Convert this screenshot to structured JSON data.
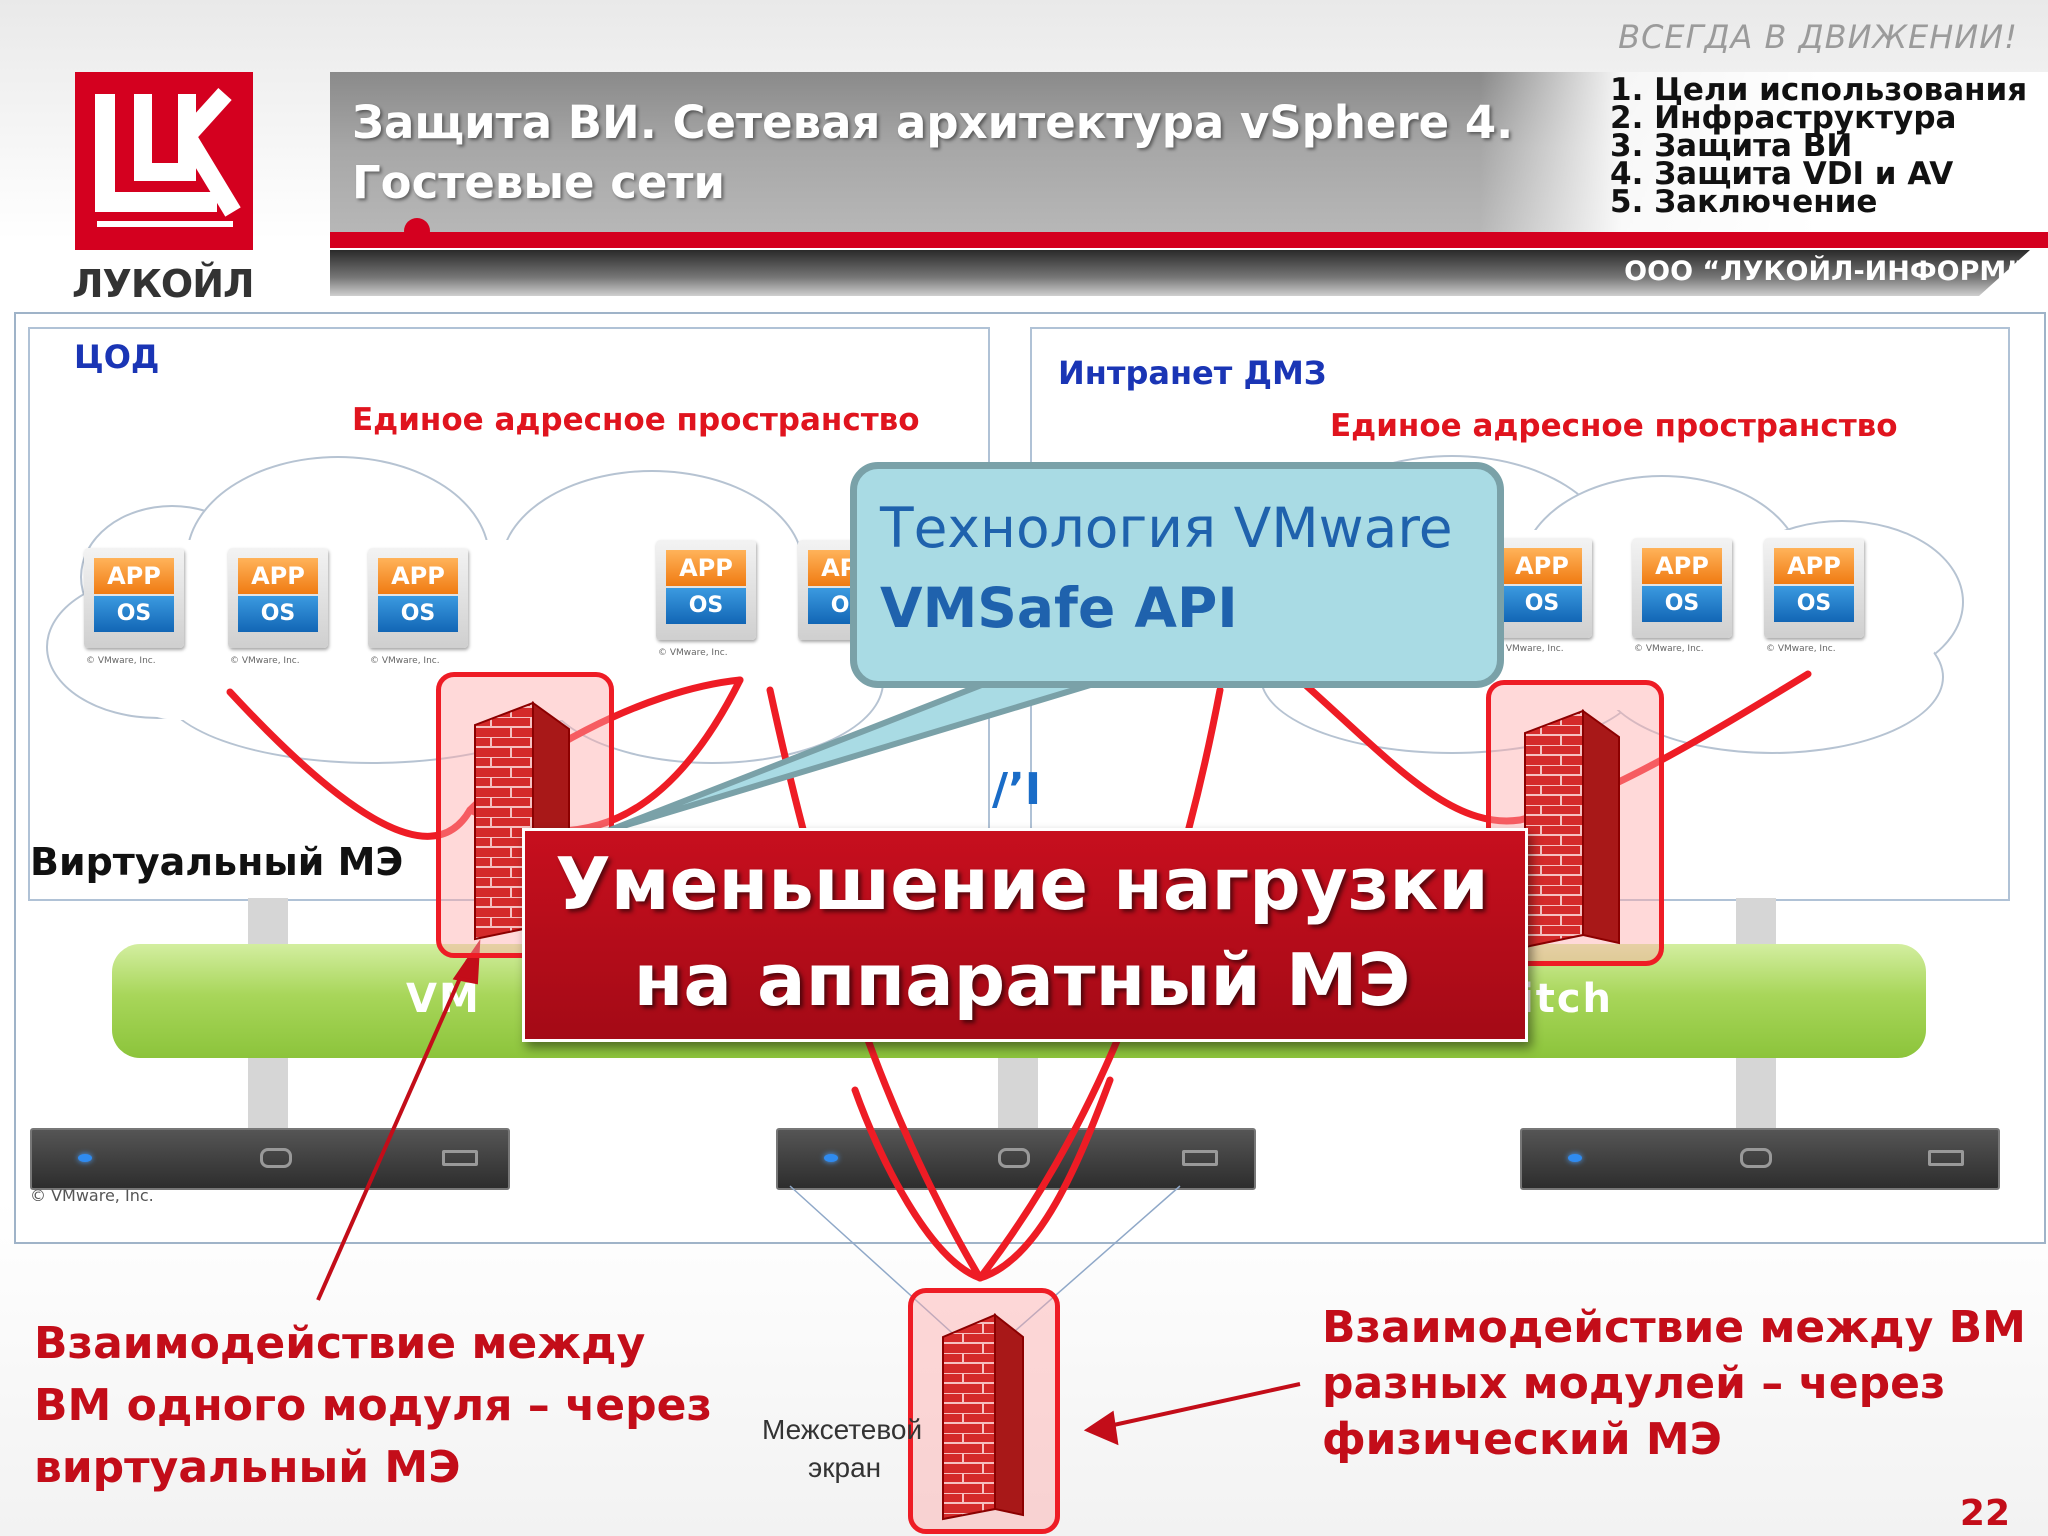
{
  "header": {
    "slogan": "ВСЕГДА В ДВИЖЕНИИ!",
    "title_line1": "Защита ВИ. Сетевая архитектура vSphere 4.",
    "title_line2": "Гостевые сети",
    "toc": [
      "1. Цели использования",
      "2. Инфраструктура",
      "3. Защита ВИ",
      "4. Защита VDI и AV",
      "5. Заключение"
    ],
    "company": "ООО “ЛУКОЙЛ-ИНФОРМ”"
  },
  "logo": {
    "name": "ЛУКОЙЛ",
    "brand_color": "#d4001f"
  },
  "diagram": {
    "left_panel_title": "ЦОД",
    "right_panel_title": "Интранет ДМЗ",
    "address_space_label": "Единое адресное пространство",
    "vm_app_label": "APP",
    "vm_os_label": "OS",
    "vm_credit": "© VMware, Inc.",
    "virtual_me_label": "Виртуальный МЭ",
    "switch_left_text": "VM",
    "switch_right_text": "itch",
    "switch_mid_text": "/ʼI",
    "credit": "© VMware, Inc.",
    "physical_fw_label_line1": "Межсетевой",
    "physical_fw_label_line2": "экран"
  },
  "callout": {
    "line1": "Технология VMware",
    "line2": "VMSafe API",
    "bg_color": "#a9dbe4"
  },
  "banner": {
    "line1": "Уменьшение нагрузки",
    "line2": "на аппаратный МЭ"
  },
  "notes": {
    "left": [
      "Взаимодействие между",
      "ВМ одного модуля – через",
      "виртуальный МЭ"
    ],
    "right": [
      "Взаимодействие между ВМ",
      "разных модулей – через",
      "физический МЭ"
    ]
  },
  "page_number": "22",
  "colors": {
    "accent_red": "#c30d19",
    "link_line_red": "#ee1c25",
    "panel_title_blue": "#1a35b5",
    "switch_green": "#8cc43b"
  }
}
